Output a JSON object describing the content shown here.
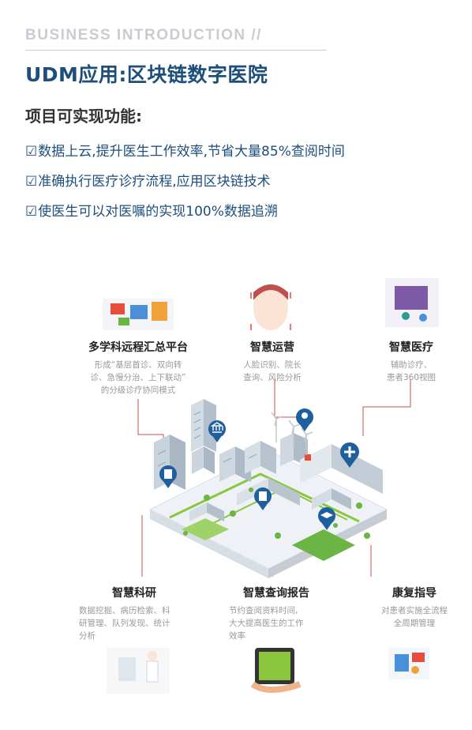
{
  "header": {
    "eyebrow": "BUSINESS INTRODUCTION //",
    "title": "UDM应用:区块链数字医院",
    "subtitle": "项目可实现功能:"
  },
  "features": [
    {
      "check": "☑",
      "text": "数据上云,提升医生工作效率,节省大量85%查阅时间"
    },
    {
      "check": "☑",
      "text": "准确执行医疗诊疗流程,应用区块链技术"
    },
    {
      "check": "☑",
      "text": "使医生可以对医嘱的实现100%数据追溯"
    }
  ],
  "modules": {
    "remote_platform": {
      "name": "多学科远程汇总平台",
      "desc": [
        "形成“基层首诊、双向转",
        "诊、急慢分治、上下联动”",
        "的分级诊疗协同模式"
      ]
    },
    "smart_operation": {
      "name": "智慧运营",
      "desc": [
        "人脸识别、院长",
        "查询、风险分析"
      ]
    },
    "smart_medical": {
      "name": "智慧医疗",
      "desc": [
        "辅助诊疗、",
        "患者360视图"
      ]
    },
    "smart_research": {
      "name": "智慧科研",
      "desc": [
        "数据挖掘、病历检索、科",
        "研管理、队列发现、统计",
        "分析"
      ]
    },
    "smart_query": {
      "name": "智慧查询报告",
      "desc": [
        "节约查阅资料时间,",
        "大大提高医生的工作",
        "效率"
      ]
    },
    "rehab": {
      "name": "康复指导",
      "desc": [
        "对患者实施全流程",
        "全周期管理"
      ]
    }
  },
  "colors": {
    "accent": "#1d4f7c",
    "connector": "#c0504d",
    "grass": "#8cc63f",
    "pin": "#1f5f9e"
  }
}
